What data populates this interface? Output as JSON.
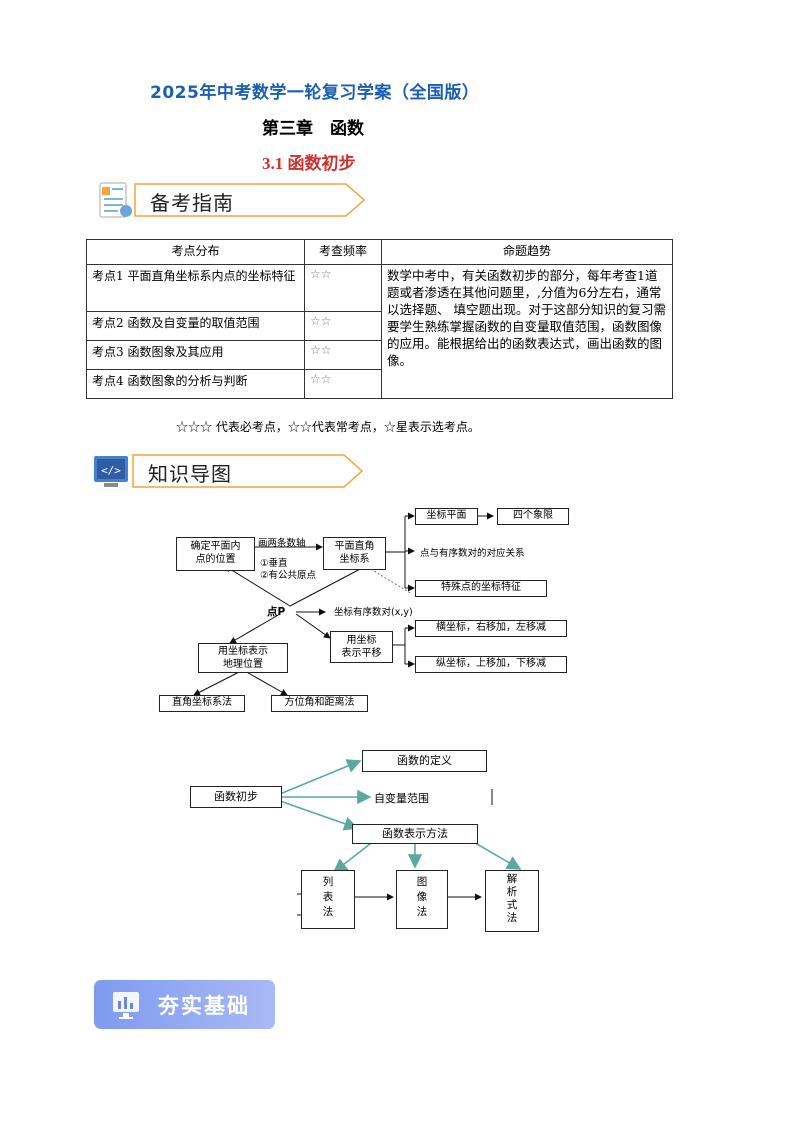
{
  "header": {
    "main_title": "2025年中考数学一轮复习学案（全国版）",
    "chapter": "第三章　函数",
    "section": "3.1  函数初步"
  },
  "banners": {
    "guide": "备考指南",
    "mindmap": "知识导图",
    "basics": "夯实基础"
  },
  "table": {
    "headers": [
      "考点分布",
      "考查频率",
      "命题趋势"
    ],
    "rows": [
      {
        "point": "考点1  平面直角坐标系内点的坐标特征",
        "freq": "☆☆"
      },
      {
        "point": "考点2  函数及自变量的取值范围",
        "freq": "☆☆"
      },
      {
        "point": "考点3  函数图象及其应用",
        "freq": "☆☆"
      },
      {
        "point": "考点4  函数图象的分析与判断",
        "freq": "☆☆"
      }
    ],
    "trend": "数学中考中，有关函数初步的部分，每年考查1道题或者渗透在其他问题里，,分值为6分左右，通常以选择题、 填空题出现。对于这部分知识的复习需要学生熟练掌握函数的自变量取值范围，函数图像的应用。能根据给出的函数表达式，画出函数的图像。"
  },
  "legend_note": "☆☆☆ 代表必考点，☆☆代表常考点，☆星表示选考点。",
  "map1": {
    "n_plane": "确定平面内\n点的位置",
    "edge_axes": "画两条数轴",
    "edge_cond1": "①垂直",
    "edge_cond2": "②有公共原点",
    "n_system": "平面直角\n坐标系",
    "n_plane_field": "坐标平面",
    "n_quadrants": "四个象限",
    "n_correspond": "点与有序数对的对应关系",
    "n_special": "特殊点的坐标特征",
    "n_point": "点P",
    "edge_pair": "坐标有序数对(x,y)",
    "n_translate": "用坐标\n表示平移",
    "n_horizontal": "横坐标，右移加，左移减",
    "n_vertical": "纵坐标，上移加，下移减",
    "n_location": "用坐标表示\n地理位置",
    "n_cartesian": "直角坐标系法",
    "n_bearing": "方位角和距离法"
  },
  "map2": {
    "n_root": "函数初步",
    "n_definition": "函数的定义",
    "n_domain": "自变量范围",
    "n_methods": "函数表示方法",
    "n_list": "列\n表\n法",
    "n_graph": "图\n像\n法",
    "n_formula": "解\n析\n式\n法"
  },
  "colors": {
    "title_blue": "#1a5fb4",
    "section_red": "#d0312d",
    "arrow_green": "#5aa9a0",
    "banner_blue": "#8aa5f2"
  }
}
